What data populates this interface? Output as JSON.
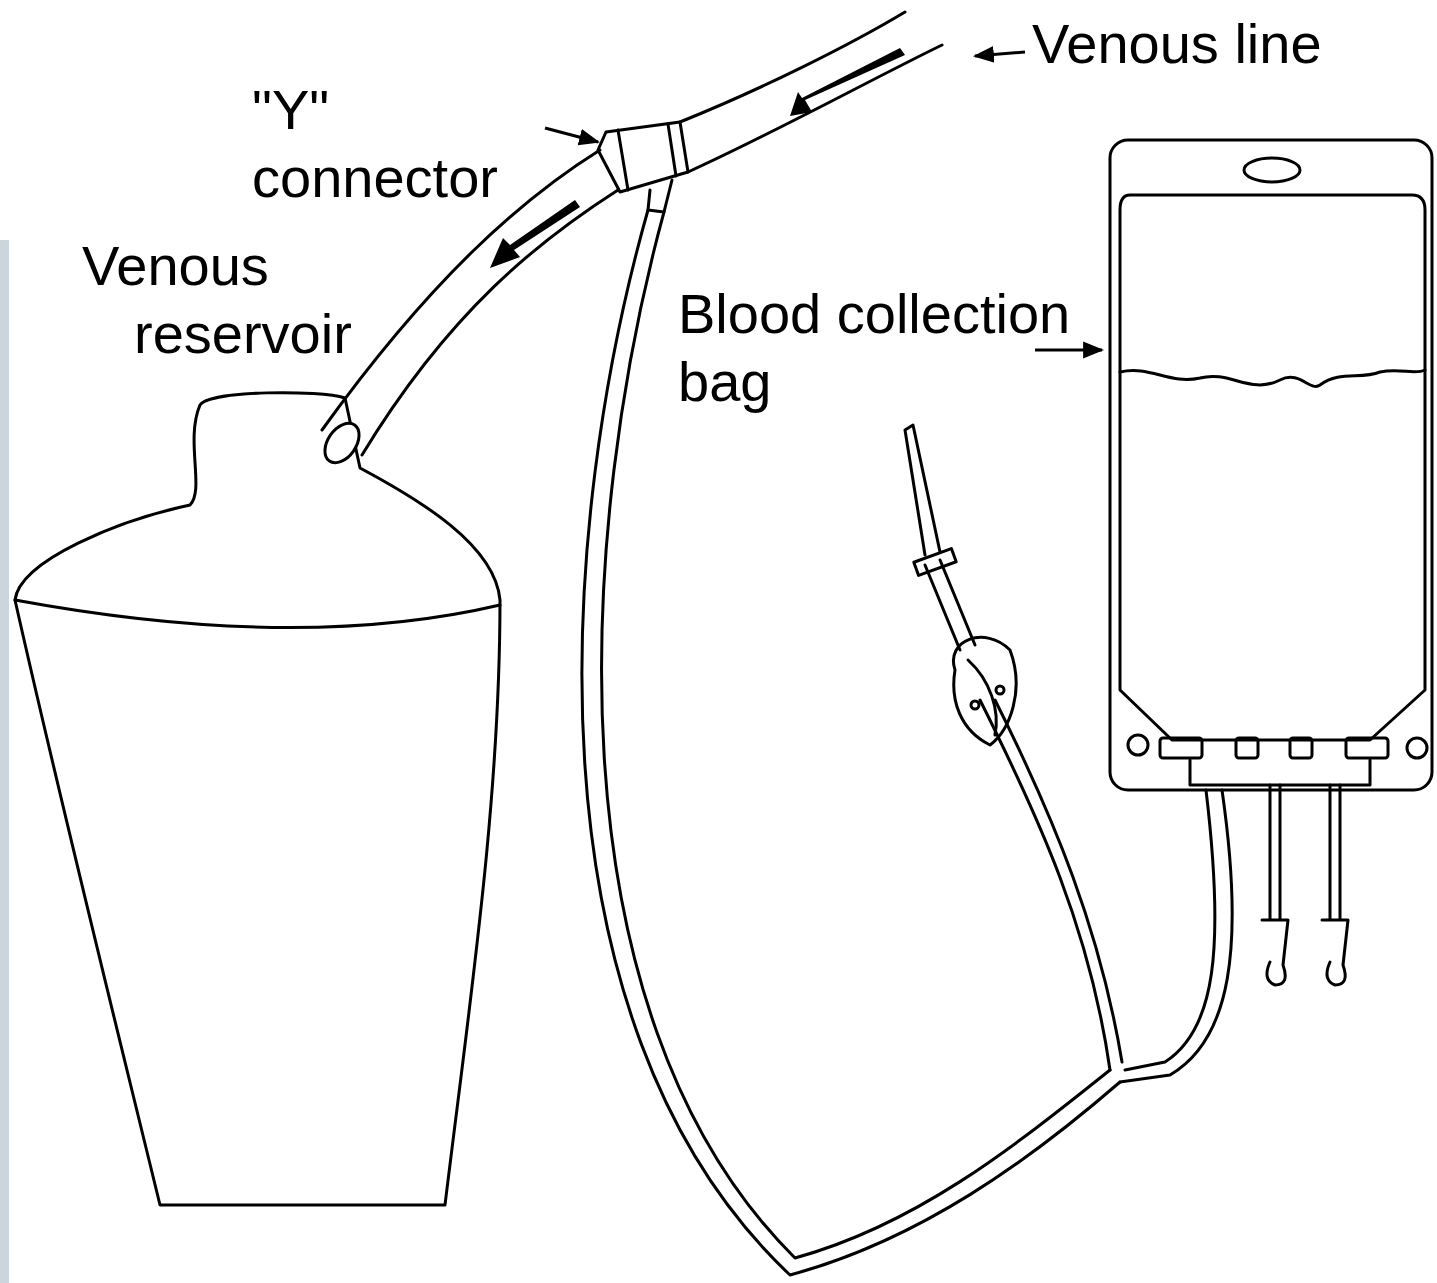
{
  "diagram": {
    "labels": [
      "\"Y\" connector",
      "Venous line",
      "Venous reservoir",
      "Blood collection bag"
    ]
  }
}
